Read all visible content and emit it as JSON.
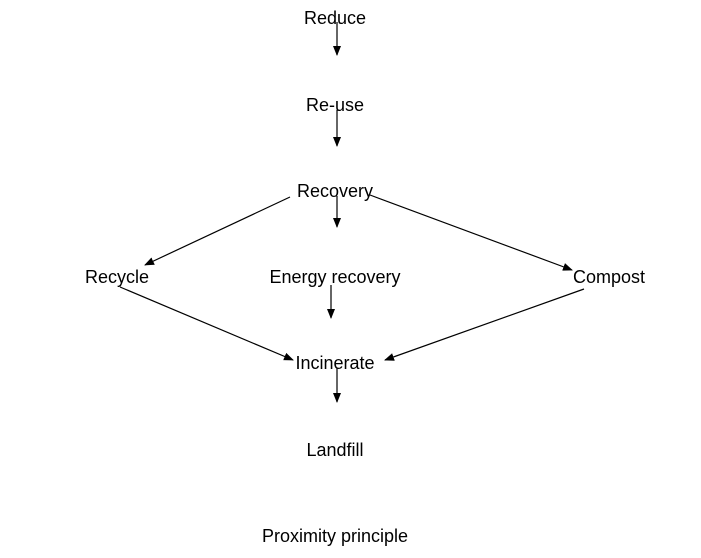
{
  "nodes": {
    "reduce": "Reduce",
    "reuse": "Re-use",
    "recovery": "Recovery",
    "recycle": "Recycle",
    "energy_recovery": "Energy recovery",
    "compost": "Compost",
    "incinerate": "Incinerate",
    "landfill": "Landfill",
    "proximity_principle": "Proximity principle"
  },
  "edges": [
    {
      "from": "Reduce",
      "to": "Re-use"
    },
    {
      "from": "Re-use",
      "to": "Recovery"
    },
    {
      "from": "Recovery",
      "to": "Recycle"
    },
    {
      "from": "Recovery",
      "to": "Energy recovery"
    },
    {
      "from": "Recovery",
      "to": "Compost"
    },
    {
      "from": "Energy recovery",
      "to": "Incinerate"
    },
    {
      "from": "Recycle",
      "to": "Incinerate"
    },
    {
      "from": "Compost",
      "to": "Incinerate"
    },
    {
      "from": "Incinerate",
      "to": "Landfill"
    }
  ],
  "colors": {
    "line": "#000000",
    "text": "#000000",
    "background": "#ffffff"
  }
}
